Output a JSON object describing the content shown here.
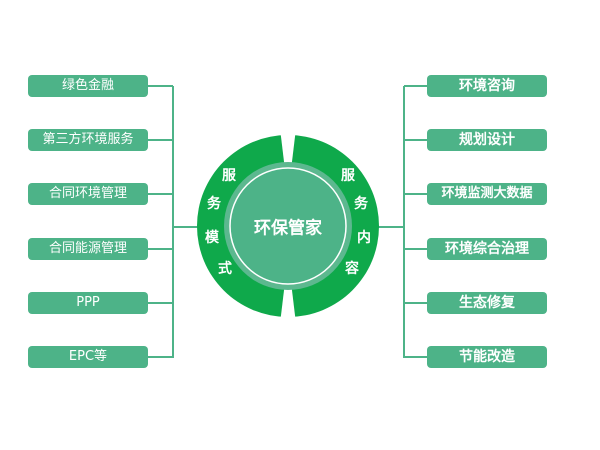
{
  "center": {
    "title": "环保管家"
  },
  "ring_left": [
    "服",
    "务",
    "模",
    "式"
  ],
  "ring_right": [
    "服",
    "务",
    "内",
    "容"
  ],
  "left_items": [
    "绿色金融",
    "第三方环境服务",
    "合同环境管理",
    "合同能源管理",
    "PPP",
    "EPC等"
  ],
  "right_items": [
    "环境咨询",
    "规划设计",
    "环境监测大数据",
    "环境综合治理",
    "生态修复",
    "节能改造"
  ],
  "colors": {
    "ring": "#0fa94b",
    "inner": "#4db388",
    "box": "#4db388"
  }
}
